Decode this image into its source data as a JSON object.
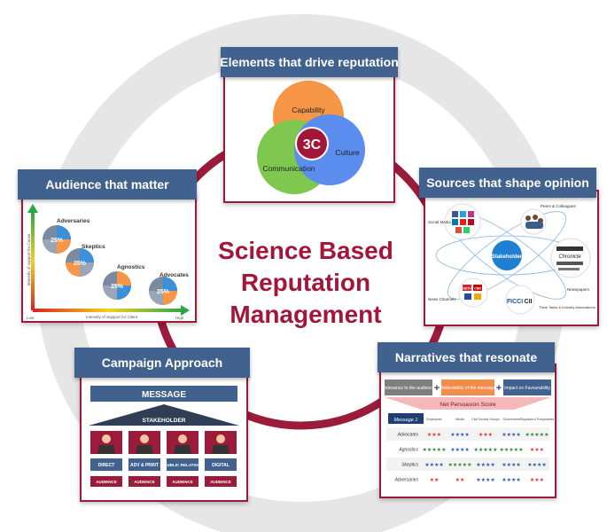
{
  "center_title": [
    "Science  Based",
    "Reputation",
    "Management"
  ],
  "headers": {
    "elements": "Elements that drive reputation",
    "audience": "Audience that matter",
    "sources": "Sources that shape opinion",
    "campaign": "Campaign Approach",
    "narratives": "Narratives that resonate"
  },
  "venn": {
    "capability": "Capability",
    "culture": "Culture",
    "communication": "Communication",
    "core": "3C"
  },
  "audience": {
    "groups": [
      "Adversaries",
      "Skeptics",
      "Agnostics",
      "Advocates"
    ],
    "pie_label": "25%",
    "x_axis": "Intensity of Support for Client",
    "y_axis": "Intensity of support for Cause",
    "low": "Low",
    "high": "High"
  },
  "sources": {
    "center": "Stakeholder",
    "social": "Social Media",
    "peers": "Peers & Colleagues",
    "newspapers": "Newspapers",
    "news_channels": "News Channels",
    "think_tanks": "Think Tanks & Industry Associations",
    "logos": {
      "chronicle": "Chronicle",
      "ficci": "FICCI",
      "cii": "CII",
      "ndtv": "NDTV",
      "cnn": "CNN"
    }
  },
  "campaign": {
    "message": "MESSAGE",
    "stakeholder": "STAKEHOLDER",
    "channels": [
      "DIRECT",
      "ADV & PRINT",
      "PUBLIC RELATION",
      "DIGITAL"
    ],
    "audience": "AUDIENCE"
  },
  "narratives": {
    "relevance": "Relevance to the audience",
    "believability": "Believability of the message",
    "impact": "Impact on Favourability",
    "net_score": "Net Persuasion Score",
    "table_title": "Message 1",
    "columns": [
      "Employees",
      "Media",
      "Civil Society Groups",
      "Government",
      "Regulators & Policymakers"
    ],
    "rows": [
      {
        "label": "Advocates",
        "stars": [
          3,
          4,
          3,
          4,
          5
        ]
      },
      {
        "label": "Agnostics",
        "stars": [
          5,
          4,
          5,
          5,
          3
        ]
      },
      {
        "label": "Skeptics",
        "stars": [
          4,
          5,
          4,
          4,
          4
        ]
      },
      {
        "label": "Adversaries",
        "stars": [
          2,
          2,
          4,
          4,
          3
        ]
      }
    ]
  },
  "colors": {
    "crimson": "#9b1b3a",
    "header_blue": "#41628f",
    "ring": "#e3e3e3",
    "orange": "#f79646",
    "green": "#7ec850",
    "blue": "#5b8def"
  }
}
